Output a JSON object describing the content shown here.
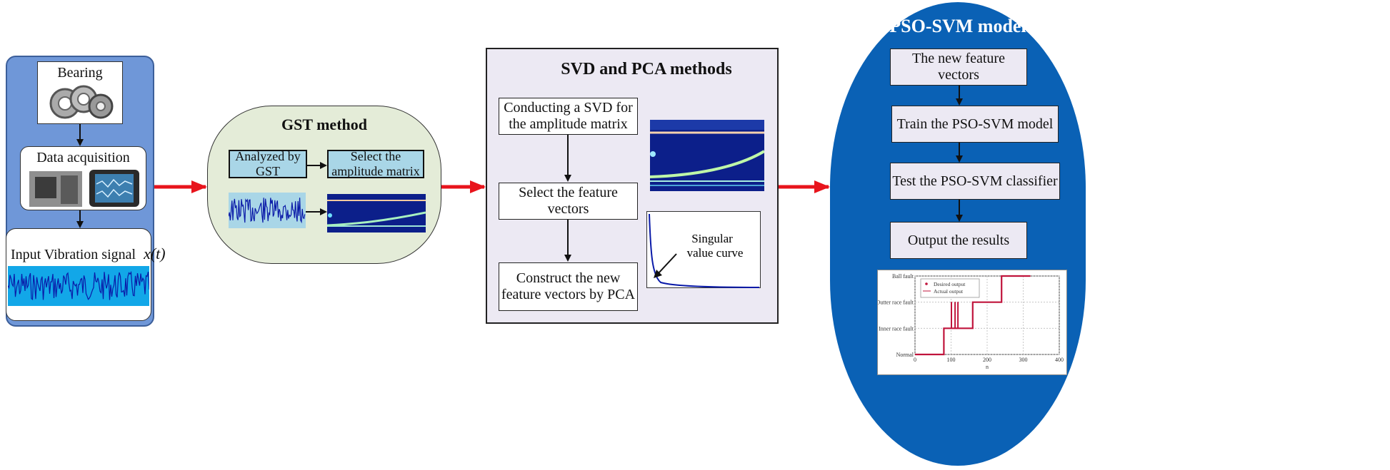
{
  "panel1": {
    "bearing_label": "Bearing",
    "data_acq_label": "Data acquisition",
    "input_signal_label": "Input Vibration signal",
    "input_signal_math": "x(t)"
  },
  "panel2": {
    "title": "GST method",
    "analyzed_line1": "Analyzed by",
    "analyzed_line2": "GST",
    "select_line1": "Select the",
    "select_line2": "amplitude matrix"
  },
  "panel3": {
    "title": "SVD and PCA methods",
    "conduct_line1": "Conducting a SVD for",
    "conduct_line2": "the amplitude matrix",
    "select_line1": "Select the feature",
    "select_line2": "vectors",
    "construct_line1": "Construct the new",
    "construct_line2": "feature vectors by PCA",
    "singular_line1": "Singular",
    "singular_line2": "value curve"
  },
  "panel4": {
    "title": "PSO-SVM model",
    "step1": "The new feature vectors",
    "step2": "Train the PSO-SVM model",
    "step3": "Test the PSO-SVM classifier",
    "step4": "Output the results"
  },
  "chart_data": {
    "type": "line",
    "title": "",
    "xlabel": "n",
    "ylabel": "",
    "xlim": [
      0,
      400
    ],
    "x_ticks": [
      "0",
      "100",
      "200",
      "300",
      "400"
    ],
    "y_categories": [
      "Normal",
      "Inner race fault",
      "Outter race fault",
      "Ball fault"
    ],
    "legend": [
      "Desired output",
      "Actual output"
    ],
    "legend_position": "top-left",
    "grid": true,
    "series": [
      {
        "name": "Desired output",
        "x": [
          0,
          80,
          80,
          160,
          160,
          240,
          240,
          320
        ],
        "y": [
          0,
          0,
          1,
          1,
          2,
          2,
          3,
          3
        ]
      },
      {
        "name": "Actual output",
        "x": [
          0,
          80,
          80,
          100,
          100,
          102,
          102,
          110,
          110,
          112,
          112,
          118,
          118,
          120,
          120,
          160,
          160,
          240,
          240,
          320
        ],
        "y": [
          0,
          0,
          1,
          1,
          2,
          2,
          1,
          1,
          2,
          2,
          1,
          1,
          2,
          2,
          1,
          1,
          2,
          2,
          3,
          3
        ]
      }
    ]
  },
  "colors": {
    "panel1_bg": "#6f97d8",
    "panel2_bg": "#e4ecd8",
    "panel3_bg": "#ece9f3",
    "panel4_bg": "#0a61b5",
    "arrow_red": "#e8141c",
    "series": "#c0143c"
  }
}
